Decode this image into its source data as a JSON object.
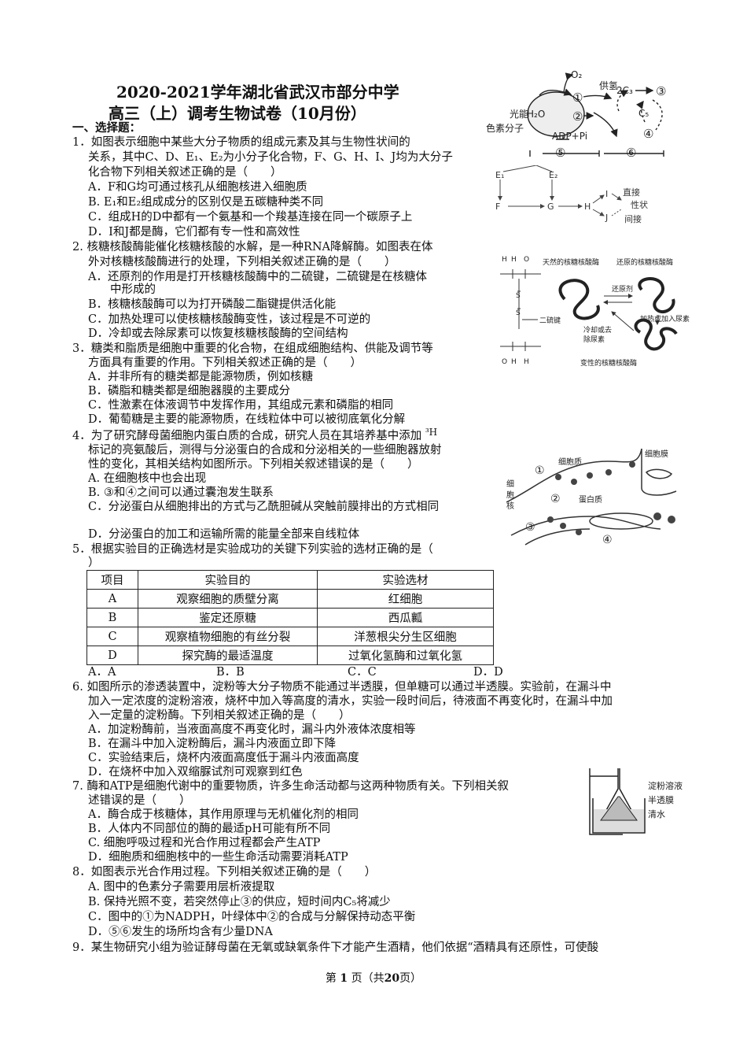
{
  "title": {
    "line1": "2020-2021学年湖北省武汉市部分中学",
    "line2": "高三（上）调考生物试卷（10月份）"
  },
  "section1": "一、选择题：",
  "q1": {
    "stem1": "1．如图表示细胞中某些大分子物质的组成元素及其与生物性状间的",
    "stem2": "关系，其中C、D、E₁、E₂为小分子化合物，F、G、H、I、J均为大分子",
    "stem3": "化合物下列相关叙述正确的是（　　）",
    "a": "A．F和G均可通过核孔从细胞核进入细胞质",
    "b": "B. E₁和E₂组成成分的区别仅是五碳糖种类不同",
    "c": "C．组成H的D中都有一个氨基和一个羧基连接在同一个碳原子上",
    "d": "D．I和J都是酶，它们都有专一性和高效性"
  },
  "q2": {
    "stem1": "2. 核糖核酸酶能催化核糖核酸的水解，是一种RNA降解酶。如图表在体",
    "stem2": "外对核糖核酸酶进行的处理，下列相关叙述正确的是（　　）",
    "a1": "A．还原剂的作用是打开核糖核酸酶中的二硫键，二硫键是在核糖体",
    "a2": "中形成的",
    "b": "B．核糖核酸酶可以为打开磷酸二酯键提供活化能",
    "c": "C．加热处理可以使核糖核酸酶变性，该过程是不可逆的",
    "d": "D．冷却或去除尿素可以恢复核糖核酸酶的空间结构"
  },
  "q3": {
    "stem1": "3．糖类和脂质是细胞中重要的化合物，在组成细胞结构、供能及调节等",
    "stem2": "方面具有重要的作用。下列相关叙述正确的是（　　）",
    "a": "A．并非所有的糖类都是能源物质，例如核糖",
    "b": "B．磷脂和糖类都是细胞器膜的主要成分",
    "c": "C．性激素在体液调节中发挥作用，其组成元素和磷脂的相同",
    "d": "D．葡萄糖是主要的能源物质，在线粒体中可以被彻底氧化分解"
  },
  "q4": {
    "stem1a": "4．为了研究酵母菌细胞内蛋白质的合成，研究人员在其培养基中添加",
    "stem1b": "³H",
    "stem2": "标记的亮氨酸后，测得与分泌蛋白的合成和分泌相关的一些细胞器放射",
    "stem3": "性的变化，其相关结构如图所示。下列相关叙述错误的是（　　）",
    "a": "A. 在细胞核中也会出现",
    "b": "B. ③和④之间可以通过囊泡发生联系",
    "c": "C．分泌蛋白从细胞排出的方式与乙酰胆碱从突触前膜排出的方式相同",
    "d": "D．分泌蛋白的加工和运输所需的能量全部来自线粒体"
  },
  "q5": {
    "stem1": "5．根据实验目的正确选材是实验成功的关键下列实验的选材正确的是（",
    "stem2": "）",
    "headers": [
      "项目",
      "实验目的",
      "实验选材"
    ],
    "rows": [
      [
        "A",
        "观察细胞的质壁分离",
        "红细胞"
      ],
      [
        "B",
        "鉴定还原糖",
        "西瓜瓤"
      ],
      [
        "C",
        "观察植物细胞的有丝分裂",
        "洋葱根尖分生区细胞"
      ],
      [
        "D",
        "探究酶的最适温度",
        "过氧化氢酶和过氧化氢"
      ]
    ],
    "a": "A．A",
    "b": "B．B",
    "c": "C．C",
    "d": "D．D"
  },
  "q6": {
    "stem1": "6. 如图所示的渗透装置中，淀粉等大分子物质不能通过半透膜，但单糖可以通过半透膜。实验前，在漏斗中",
    "stem2": "加入一定浓度的淀粉溶液，烧杯中加入等高度的清水，实验一段时间后，待液面不再变化时，在漏斗中加",
    "stem3": "入一定量的淀粉酶。下列相关叙述正确的是（　　）",
    "a": "A．加淀粉酶前，当液面高度不再变化时，漏斗内外液体浓度相等",
    "b": "B．在漏斗中加入淀粉酶后，漏斗内液面立即下降",
    "c": "C．实验结束后，烧杯内液面高度低于漏斗内液面高度",
    "d": "D．在烧杯中加入双缩脲试剂可观察到红色"
  },
  "q7": {
    "stem1": "7. 酶和ATP是细胞代谢中的重要物质，许多生命活动都与这两种物质有关。下列相关叙",
    "stem2": "述错误的是（　　）",
    "a": "A．酶合成于核糖体，其作用原理与无机催化剂的相同",
    "b": "B．人体内不同部位的酶的最适pH可能有所不同",
    "c": "C. 细胞呼吸过程和光合作用过程都会产生ATP",
    "d": "D．细胞质和细胞核中的一些生命活动需要消耗ATP"
  },
  "q8": {
    "stem": "8．如图表示光合作用过程。下列相关叙述正确的是（　　）",
    "a": "A. 图中的色素分子需要用层析液提取",
    "b": "B. 保持光照不变，若突然停止③的供应，短时间内C₅将减少",
    "c": "C．图中的①为NADPH，叶绿体中②的合成与分解保持动态平衡",
    "d": "D．⑤⑥发生的场所均含有少量DNA"
  },
  "q9": {
    "stem1": "9．某生物研究小组为验证酵母菌在无氧或缺氧条件下才能产生酒精，他们依据“酒精具有还原性，可使酸"
  },
  "fig_photo": {
    "h2o": "H₂O",
    "o2": "O₂",
    "c1": "①",
    "c2": "②",
    "c3": "③",
    "c4": "④",
    "supply_h": "供氢",
    "c3_label": "2C₃",
    "c5_label": "C₅",
    "light": "光能",
    "pigment": "色素分子",
    "adp": "ADP+Pi",
    "c5": "⑤",
    "c6": "⑥"
  },
  "fig_molecules": {
    "e1": "E₁",
    "e2": "E₂",
    "f": "F",
    "g": "G",
    "h": "H",
    "i": "I",
    "j": "J",
    "direct": "直接",
    "trait": "性状",
    "indirect": "间接"
  },
  "fig_enzyme": {
    "natural": "天然的核糖核酸酶",
    "reduced": "还原的核糖核酸酶",
    "reducer": "还原剂",
    "disulfide": "二硫键",
    "cool": "冷却或去",
    "remove_urea": "除尿素",
    "heat": "加热或加入尿素",
    "denatured": "变性的核糖核酸酶"
  },
  "fig_cell": {
    "cytoplasm": "细胞质",
    "membrane": "细胞膜",
    "nucleus1": "细",
    "nucleus2": "胞",
    "nucleus3": "核",
    "protein": "蛋白质",
    "n1": "①",
    "n2": "②",
    "n3": "③",
    "n4": "④"
  },
  "fig_osmosis": {
    "starch": "淀粉溶液",
    "membrane": "半透膜",
    "water": "清水"
  },
  "footer": {
    "prefix": "第",
    "page": "1",
    "mid": "页（共",
    "total": "20",
    "suffix": "页）"
  }
}
